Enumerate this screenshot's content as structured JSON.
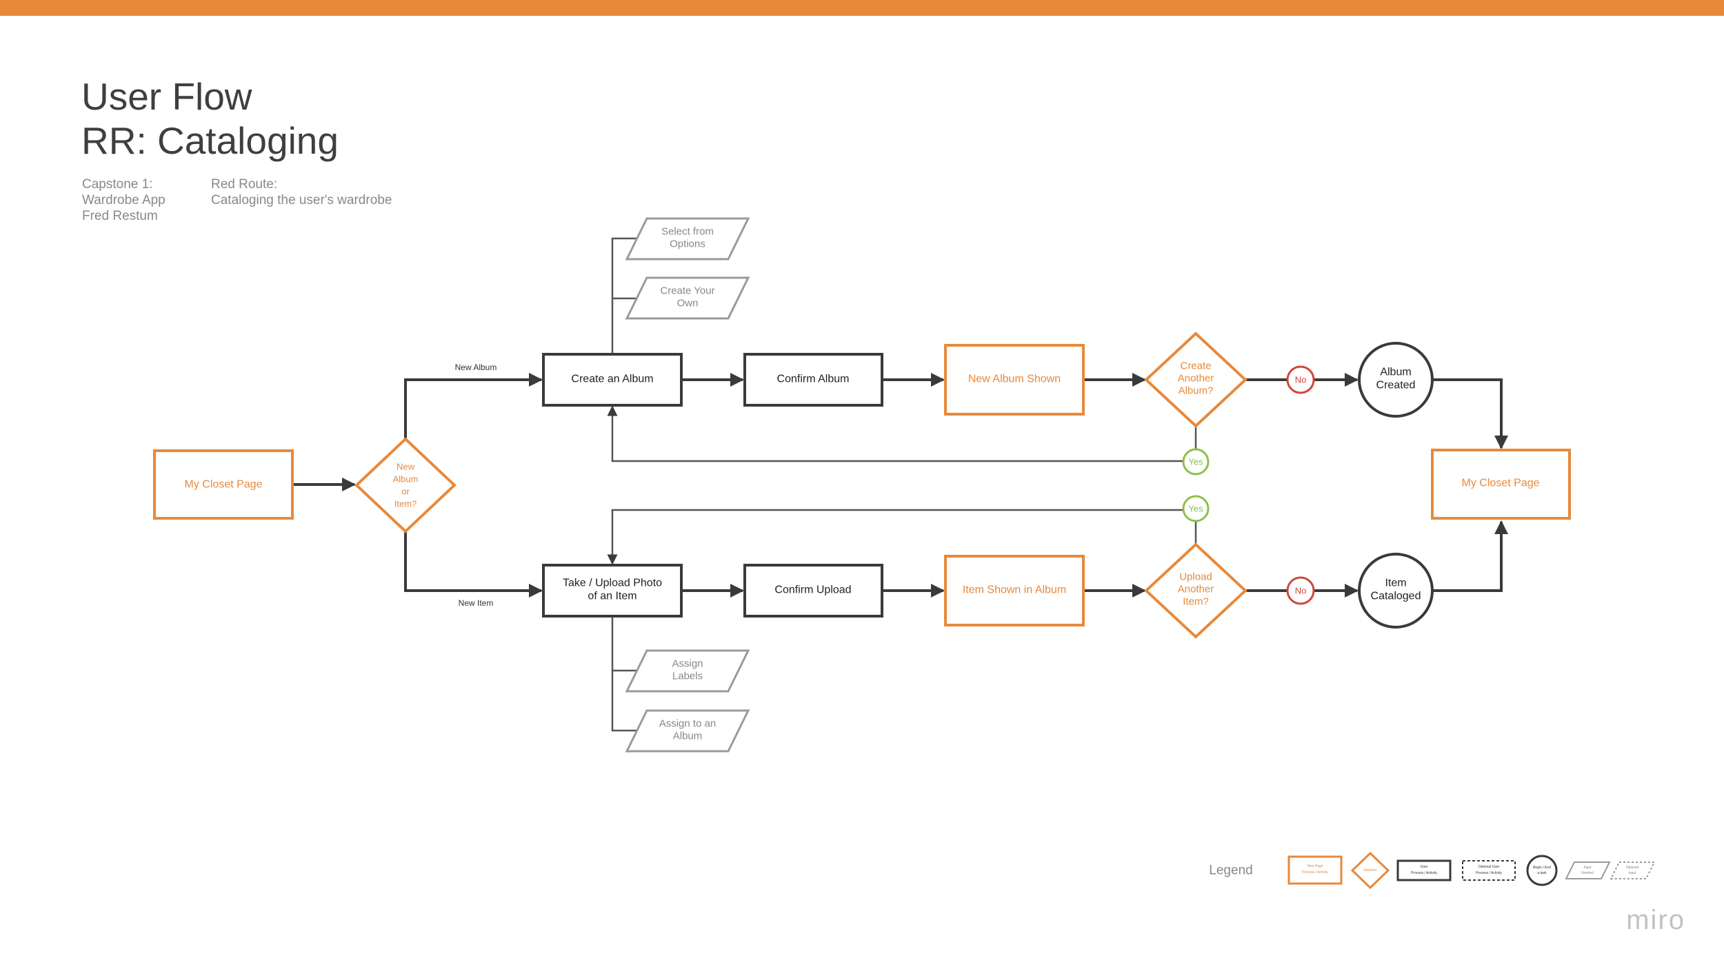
{
  "header": {
    "title_line1": "User Flow",
    "title_line2": "RR: Cataloging",
    "meta_left": [
      "Capstone 1:",
      "Wardrobe App",
      "Fred Restum"
    ],
    "meta_right": [
      "Red Route:",
      "Cataloging the user's wardrobe"
    ]
  },
  "colors": {
    "accent": "#e8893a",
    "process": "#3a3a3a",
    "optional": "#9a9a9a",
    "yes": "#8cc04b",
    "no": "#d0463a"
  },
  "nodes": {
    "start_page": "My Closet Page",
    "decision_new": [
      "New",
      "Album",
      "or",
      "Item?"
    ],
    "create_album": "Create an Album",
    "confirm_album": "Confirm Album",
    "new_album_shown": "New Album Shown",
    "create_another": [
      "Create",
      "Another",
      "Album?"
    ],
    "album_created": [
      "Album",
      "Created"
    ],
    "end_page": "My Closet Page",
    "take_upload": [
      "Take / Upload Photo",
      "of an Item"
    ],
    "confirm_upload": "Confirm Upload",
    "item_shown": "Item Shown in Album",
    "upload_another": [
      "Upload",
      "Another",
      "Item?"
    ],
    "item_cataloged": [
      "Item",
      "Cataloged"
    ],
    "select_options": [
      "Select from",
      "Options"
    ],
    "create_own": [
      "Create Your",
      "Own"
    ],
    "assign_labels": [
      "Assign",
      "Labels"
    ],
    "assign_album": [
      "Assign to an",
      "Album"
    ]
  },
  "edge_labels": {
    "new_album": "New Album",
    "new_item": "New Item",
    "yes": "Yes",
    "no": "No"
  },
  "legend": {
    "title": "Legend",
    "page_label": [
      "New Page",
      "Process / Activity"
    ],
    "decision_label": "Decision",
    "process_label": [
      "User",
      "Process / Activity"
    ],
    "optional_label": [
      "Optional User",
      "Process / Activity"
    ],
    "begin_end_label": [
      "Begin / End",
      "a task"
    ],
    "input_label": [
      "Input",
      "Needed"
    ],
    "optional_input_label": [
      "Optional",
      "Input"
    ]
  },
  "watermark": "miro"
}
